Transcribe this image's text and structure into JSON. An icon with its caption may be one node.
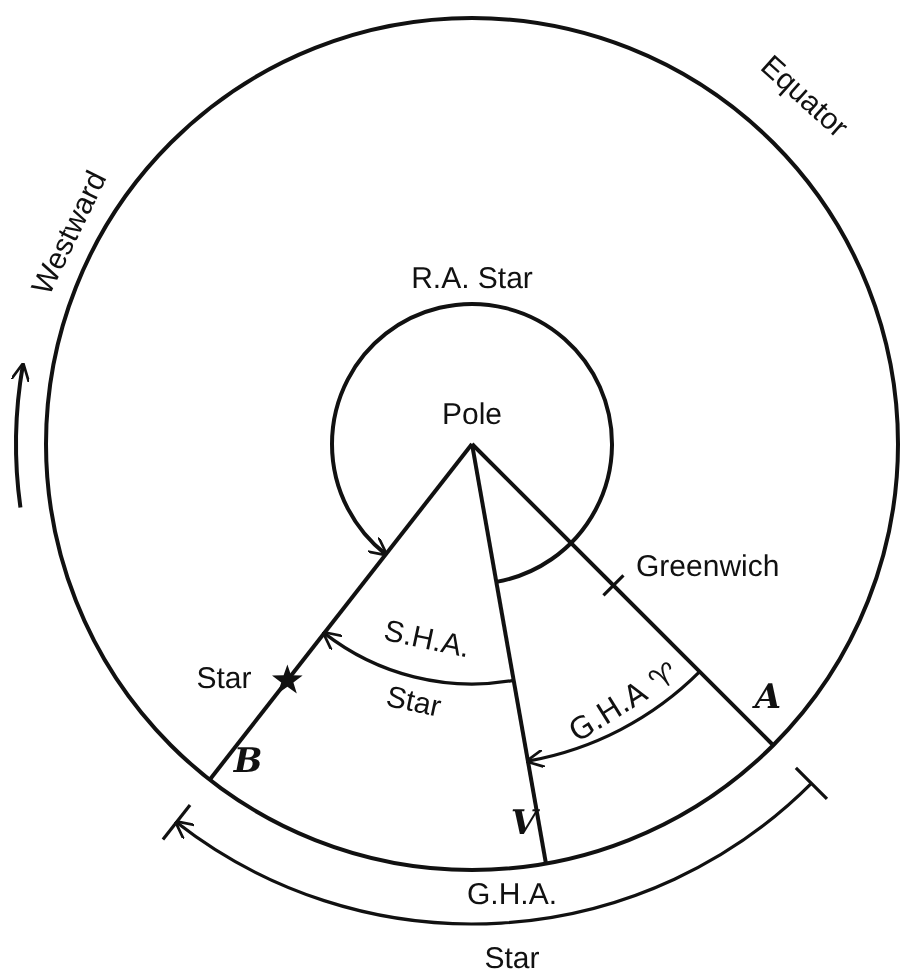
{
  "diagram": {
    "labels": [
      "Equator",
      "Westward",
      "R.A. Star",
      "Pole",
      "Greenwich",
      "S.H.A. Star",
      "Star",
      "G.H.A ♈",
      "A",
      "B",
      "V",
      "G.H.A. Star"
    ]
  }
}
